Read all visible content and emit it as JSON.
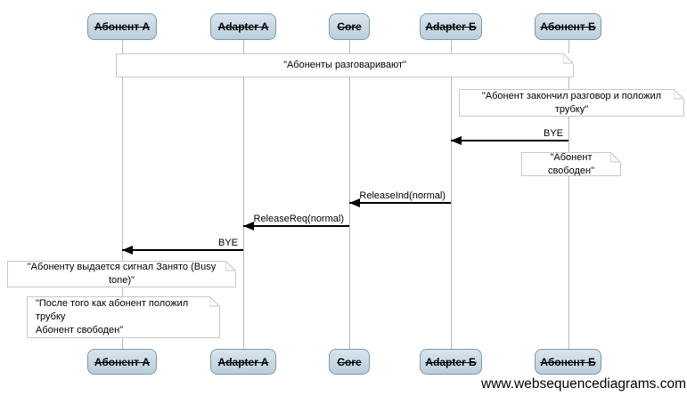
{
  "actors": [
    {
      "label": "Абонент А"
    },
    {
      "label": "Adapter A"
    },
    {
      "label": "Core"
    },
    {
      "label": "Adapter Б"
    },
    {
      "label": "Абонент Б"
    }
  ],
  "notes": {
    "conversation": "\"Абоненты разговаривают\"",
    "hangup": "\"Абонент закончил разговор и положил трубку\"",
    "free_b": "\"Абонент свободен\"",
    "busy_tone": "\"Абоненту выдается сигнал Занято (Busy tone)\"",
    "after_line1": "\"После того как абонент положил трубку",
    "after_line2": "Абонент свободен\""
  },
  "messages": [
    {
      "label": "BYE"
    },
    {
      "label": "ReleaseInd(normal)"
    },
    {
      "label": "ReleaseReq(normal)"
    },
    {
      "label": "BYE"
    }
  ],
  "watermark": "www.websequencediagrams.com",
  "colors": {
    "actor_fill_top": "#d9e5ee",
    "actor_fill_bottom": "#b9cedb",
    "actor_border": "#7e98aa",
    "note_border": "#c8c8c8",
    "lifeline": "#b9b9b9",
    "arrow": "#000000"
  }
}
